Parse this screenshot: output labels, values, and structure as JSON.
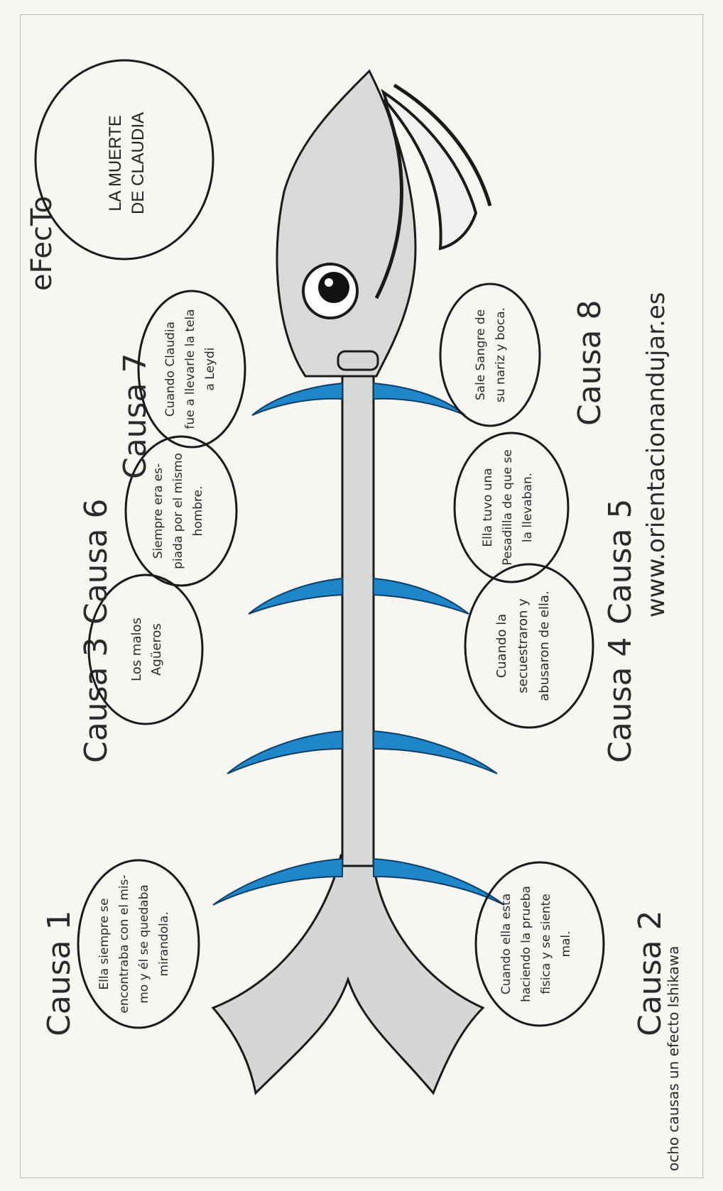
{
  "effect": {
    "heading": "eFecTo",
    "lines": [
      "LA MUERTE",
      "DE CLAUDIA"
    ]
  },
  "causes": [
    {
      "label": "Causa 1",
      "lines": [
        "Ella siempre se",
        "encontraba con el mis-",
        "mo y él se quedaba",
        "mirandola."
      ]
    },
    {
      "label": "Causa 2",
      "lines": [
        "Cuando ella esta",
        "haciendo la prueba",
        "fisica y se siente",
        "mal."
      ]
    },
    {
      "label": "Causa 3",
      "lines": [
        "Los malos",
        "Agüeros"
      ]
    },
    {
      "label": "Causa 4",
      "lines": [
        "Cuando la",
        "secuestraron y",
        "abusaron de ella."
      ]
    },
    {
      "label": "Causa 6",
      "lines": [
        "Siempre era es-",
        "piada por el mismo",
        "hombre."
      ]
    },
    {
      "label": "Causa 5",
      "lines": [
        "Ella tuvo una",
        "Pesadilla de que se",
        "la llevaban."
      ]
    },
    {
      "label": "Causa 7",
      "lines": [
        "Cuando Claudia",
        "fue a llevarle la tela",
        "a Leydi"
      ]
    },
    {
      "label": "Causa 8",
      "lines": [
        "Sale Sangre de",
        "su nariz y boca."
      ]
    }
  ],
  "footer": {
    "caption": "ocho causas un efecto Ishikawa",
    "url": "www.orientacionandujar.es"
  },
  "colors": {
    "bone": "#1f86c9",
    "fish": "#d9d9d9",
    "ink": "#1a1a1a"
  },
  "icons": {
    "fish": "fishbone-icon",
    "eye": "fish-eye-icon"
  }
}
